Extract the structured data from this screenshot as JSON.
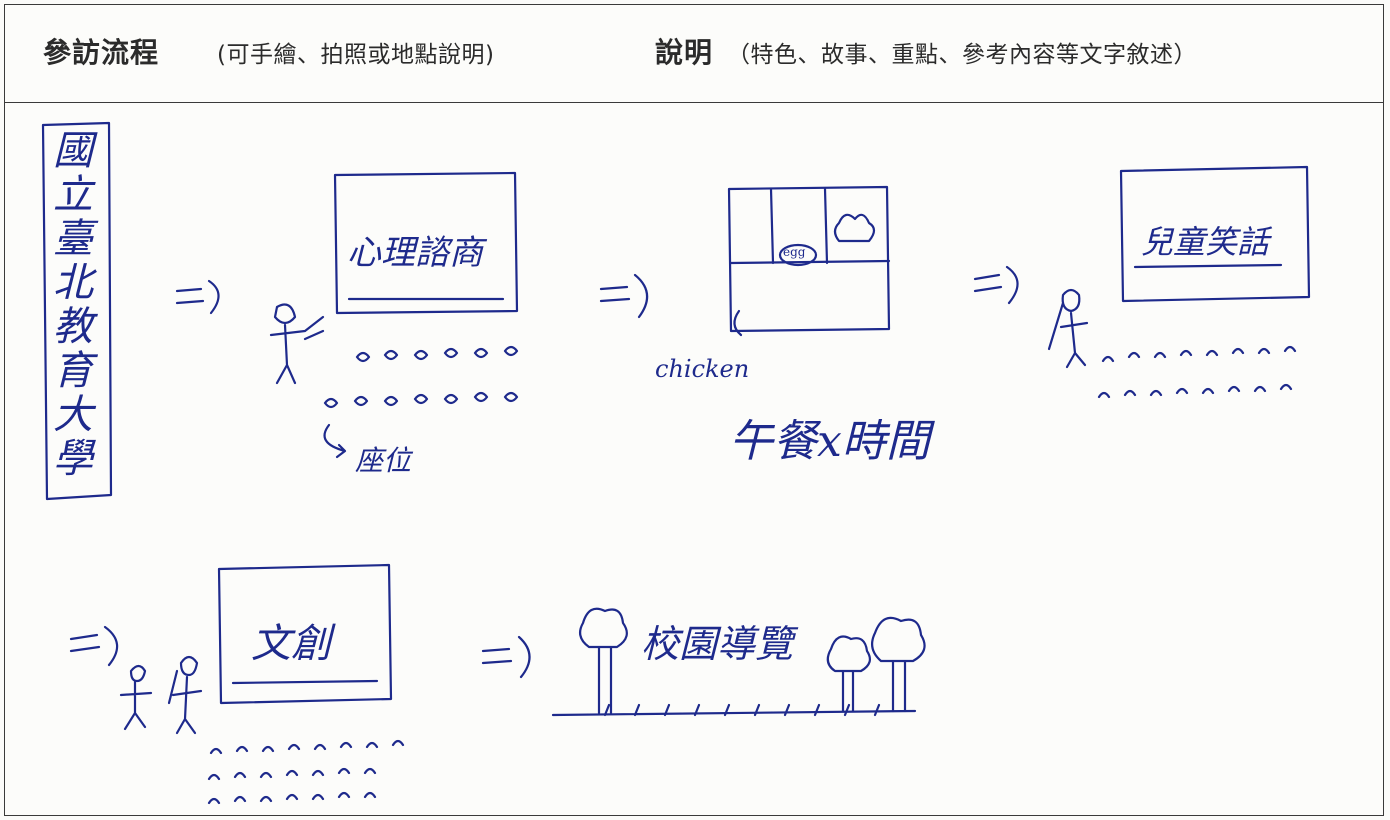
{
  "header": {
    "visit_flow_title": "參訪流程",
    "visit_flow_note": "(可手繪、拍照或地點說明)",
    "description_title": "說明",
    "description_note": "（特色、故事、重點、參考內容等文字敘述）"
  },
  "handwriting": {
    "university_name": "國立臺北教育大學",
    "counseling_sign": "心理諮商",
    "seats_label": "座位",
    "chicken_label": "chicken",
    "egg_label": "egg",
    "lunch_label": "午餐x時間",
    "children_story_sign": "兒童笑話",
    "cultural_creative_sign": "文創",
    "campus_tour_label": "校園導覽"
  },
  "colors": {
    "ink": "#1e2a8c",
    "printed_text": "#2b2b2b",
    "border": "#3a3a3a"
  }
}
